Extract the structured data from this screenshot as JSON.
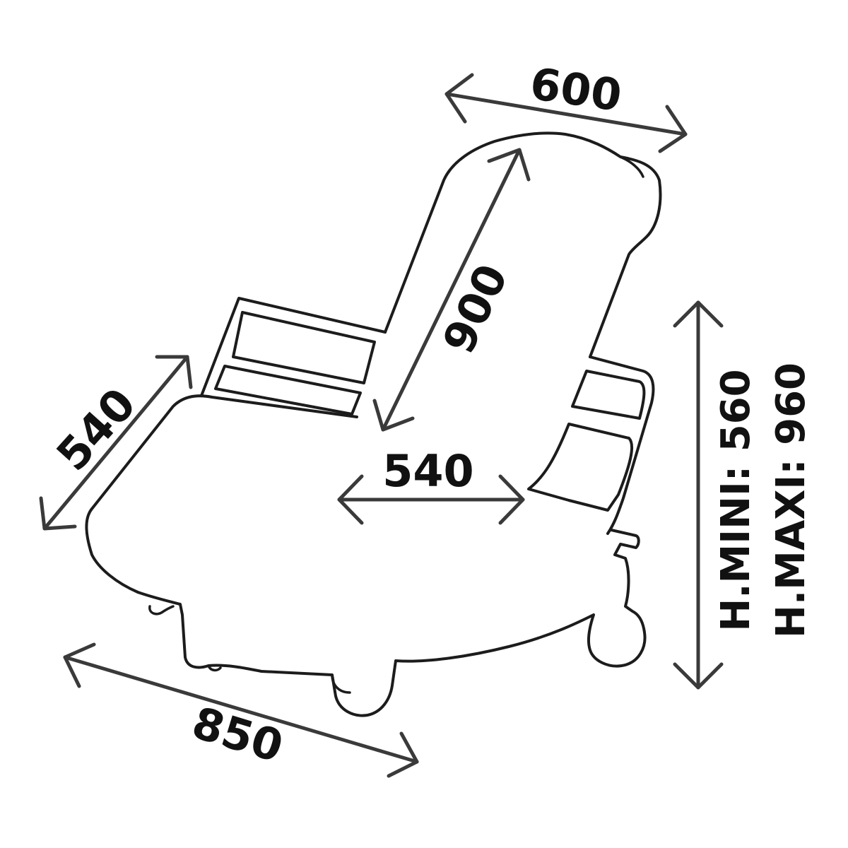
{
  "dimensions": {
    "backrest_width": "600",
    "backrest_length": "900",
    "seat_depth": "540",
    "seat_width": "540",
    "overall_length": "850"
  },
  "height": {
    "mini": "H.MINI: 560",
    "maxi": "H.MAXI: 960"
  },
  "colors": {
    "line": "#1c1c1c",
    "arrow": "#3a3a3a",
    "background": "#ffffff"
  }
}
